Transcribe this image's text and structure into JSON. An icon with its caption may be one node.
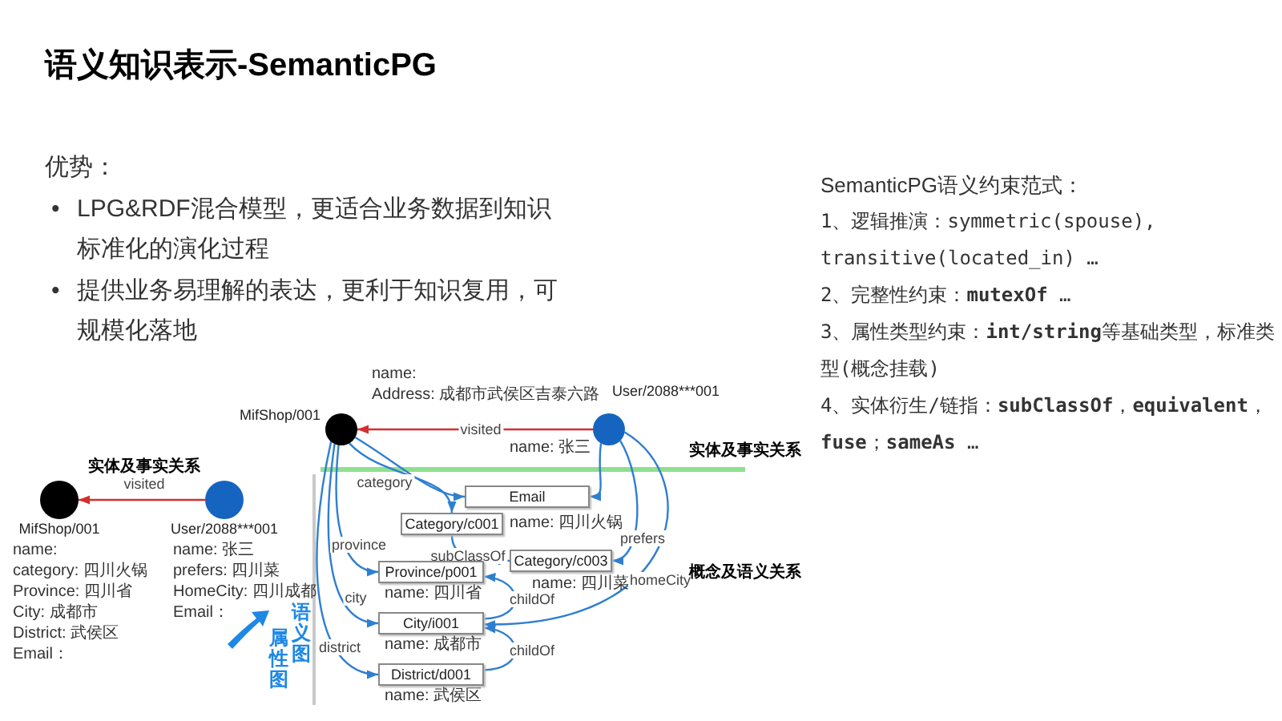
{
  "diagram": {
    "title": "语义知识表示-SemanticPG",
    "nodes": [
      {
        "text": [
          "MifShop/001"
        ],
        "beside": [
          "name:",
          "category: 四川火锅",
          "Province: 四川省",
          "City: 成都市",
          "District: 武侯区",
          "Email："
        ]
      },
      {
        "text": [
          "User/2088***001"
        ],
        "beside": [
          "name: 张三",
          "prefers: 四川菜",
          "HomeCity: 四川成都",
          "Email："
        ]
      },
      {
        "text": [
          "MifShop/001"
        ],
        "beside": [
          "name:",
          "Address: 成都市武侯区吉泰六路"
        ]
      },
      {
        "text": [
          "User/2088***001"
        ],
        "beside": [
          "name: 张三"
        ]
      },
      {
        "text": [
          "Email"
        ]
      },
      {
        "text": [
          "Category/c001"
        ],
        "beside": [
          "name: 四川火锅"
        ]
      },
      {
        "text": [
          "Category/c003"
        ],
        "beside": [
          "name: 四川菜"
        ]
      },
      {
        "text": [
          "Province/p001"
        ],
        "beside": [
          "name: 四川省"
        ]
      },
      {
        "text": [
          "City/i001"
        ],
        "beside": [
          "name: 成都市"
        ]
      },
      {
        "text": [
          "District/d001"
        ],
        "beside": [
          "name: 武侯区"
        ]
      }
    ],
    "edges": [
      {
        "from": 1,
        "to": 0,
        "arrow": "to",
        "label": "visited",
        "color": "#d32f2f"
      },
      {
        "from": 3,
        "to": 2,
        "arrow": "to",
        "label": "visited",
        "color": "#d32f2f"
      },
      {
        "from": 2,
        "to": 4,
        "arrow": "to"
      },
      {
        "from": 2,
        "to": 5,
        "arrow": "to",
        "label": "category"
      },
      {
        "from": 3,
        "to": 4,
        "arrow": "to"
      },
      {
        "from": 3,
        "to": 6,
        "arrow": "to",
        "label": "prefers"
      },
      {
        "from": 5,
        "to": 6,
        "arrow": "to",
        "label": "subClassOf"
      },
      {
        "from": 2,
        "to": 7,
        "arrow": "to",
        "label": "province"
      },
      {
        "from": 2,
        "to": 8,
        "arrow": "to",
        "label": "city"
      },
      {
        "from": 2,
        "to": 9,
        "arrow": "to",
        "label": "district"
      },
      {
        "from": 8,
        "to": 7,
        "arrow": "to",
        "label": "childOf"
      },
      {
        "from": 9,
        "to": 8,
        "arrow": "to",
        "label": "childOf"
      },
      {
        "from": 3,
        "to": 8,
        "arrow": "to",
        "label": "homeCity"
      }
    ],
    "labels": [
      "优势：",
      "•",
      "LPG&RDF混合模型，更适合业务数据到知识标准化的演化过程",
      "•",
      "提供业务易理解的表达，更利于知识复用，可规模化落地",
      "SemanticPG语义约束范式：",
      "1、逻辑推演：symmetric(spouse), transitive(located_in) …",
      "2、完整性约束：**mutexOf** …",
      "3、属性类型约束：**int/string**等基础类型，标准类型(概念挂载)",
      "4、实体衍生/链指：**subClassOf**，**equivalent**，**fuse**；**sameAs** …",
      "实体及事实关系",
      "属性图",
      "语义图",
      "实体及事实关系",
      "概念及语义关系"
    ]
  }
}
